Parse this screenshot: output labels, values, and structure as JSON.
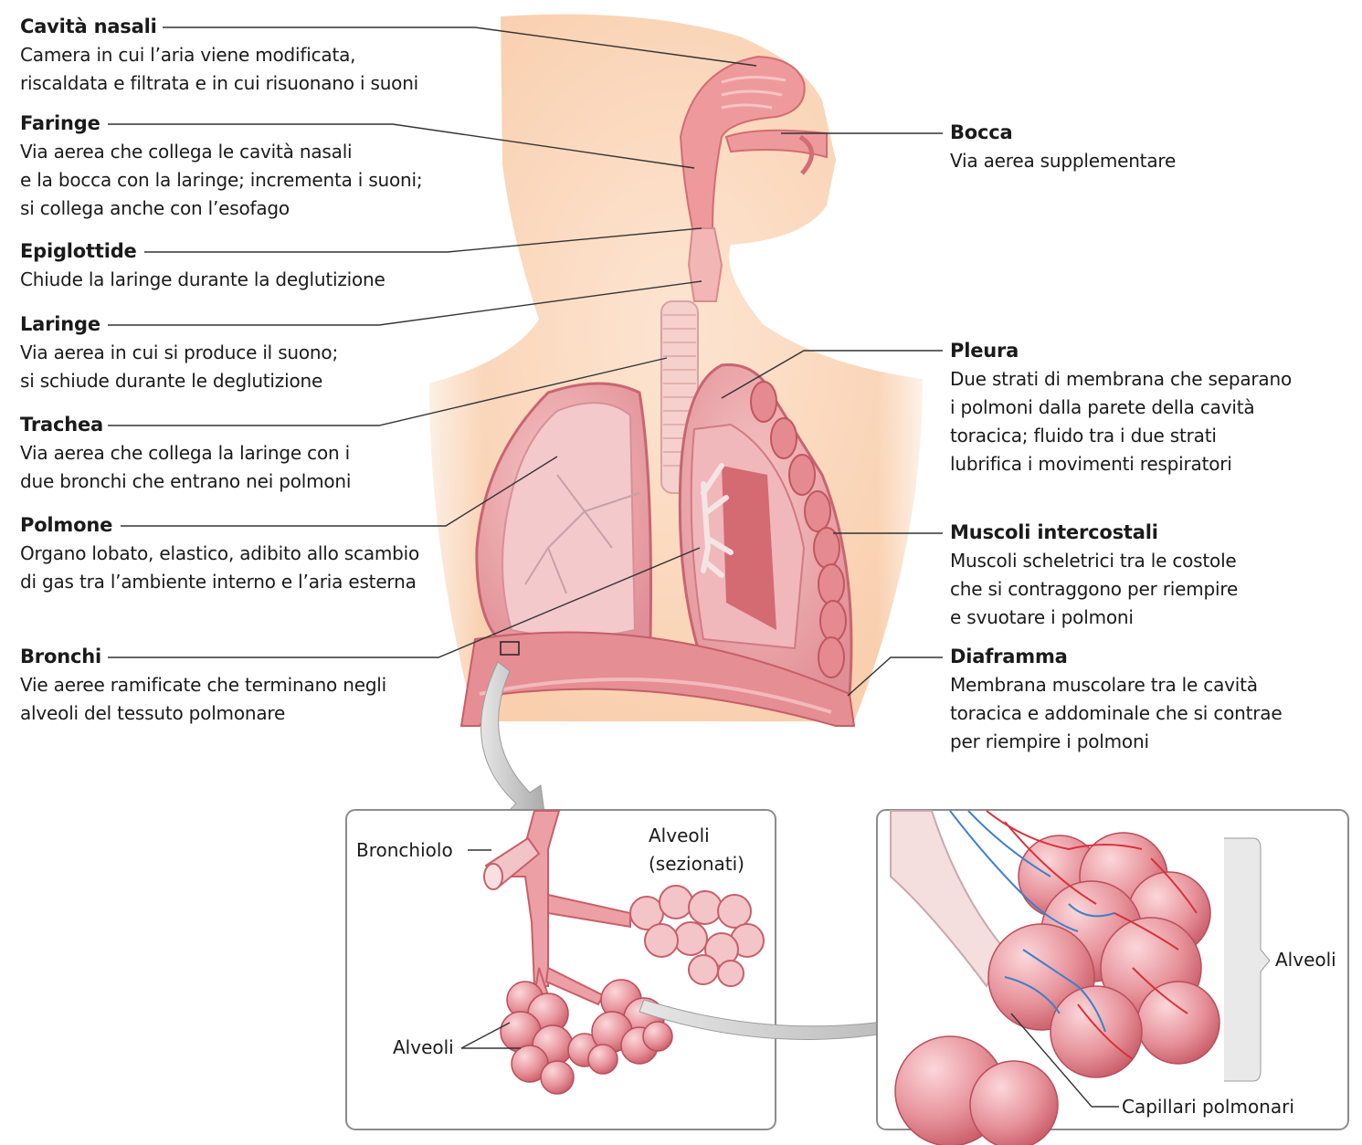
{
  "colors": {
    "skin": "#fbdcc5",
    "organ": "#e98a92",
    "organ_dark": "#c9545f",
    "vessel_red": "#d8323a",
    "vessel_blue": "#3f7fc9",
    "panel_border": "#8c8c8c",
    "leader_line": "#333333"
  },
  "left_labels": [
    {
      "title": "Cavità nasali",
      "desc": [
        "Camera in cui l’aria viene modificata,",
        "riscaldata e filtrata e in cui risuonano i suoni"
      ]
    },
    {
      "title": "Faringe",
      "desc": [
        "Via aerea che collega le cavità nasali",
        "e la bocca con la laringe; incrementa i suoni;",
        "si collega anche con l’esofago"
      ]
    },
    {
      "title": "Epiglottide",
      "desc": [
        "Chiude la laringe durante la deglutizione"
      ]
    },
    {
      "title": "Laringe",
      "desc": [
        "Via aerea in cui si produce il suono;",
        "si schiude durante le deglutizione"
      ]
    },
    {
      "title": "Trachea",
      "desc": [
        "Via aerea che collega la laringe con i",
        "due bronchi che entrano nei polmoni"
      ]
    },
    {
      "title": "Polmone",
      "desc": [
        "Organo lobato, elastico, adibito allo scambio",
        "di gas tra l’ambiente interno e l’aria esterna"
      ]
    },
    {
      "title": "Bronchi",
      "desc": [
        "Vie aeree ramificate che terminano negli",
        "alveoli del tessuto polmonare"
      ]
    }
  ],
  "right_labels": [
    {
      "title": "Bocca",
      "desc": [
        "Via aerea supplementare"
      ]
    },
    {
      "title": "Pleura",
      "desc": [
        "Due strati di membrana che separano",
        "i polmoni dalla parete della cavità",
        "toracica; fluido tra i due strati",
        "lubrifica i movimenti respiratori"
      ]
    },
    {
      "title": "Muscoli intercostali",
      "desc": [
        "Muscoli scheletrici tra le costole",
        "che si contraggono per riempire",
        "e svuotare i polmoni"
      ]
    },
    {
      "title": "Diaframma",
      "desc": [
        "Membrana muscolare tra le cavità",
        "toracica e addominale che si contrae",
        "per riempire i polmoni"
      ]
    }
  ],
  "inset1": {
    "bronchiolo": "Bronchiolo",
    "alveoli_sez_1": "Alveoli",
    "alveoli_sez_2": "(sezionati)",
    "alveoli": "Alveoli"
  },
  "inset2": {
    "alveoli": "Alveoli",
    "capillari": "Capillari polmonari"
  }
}
